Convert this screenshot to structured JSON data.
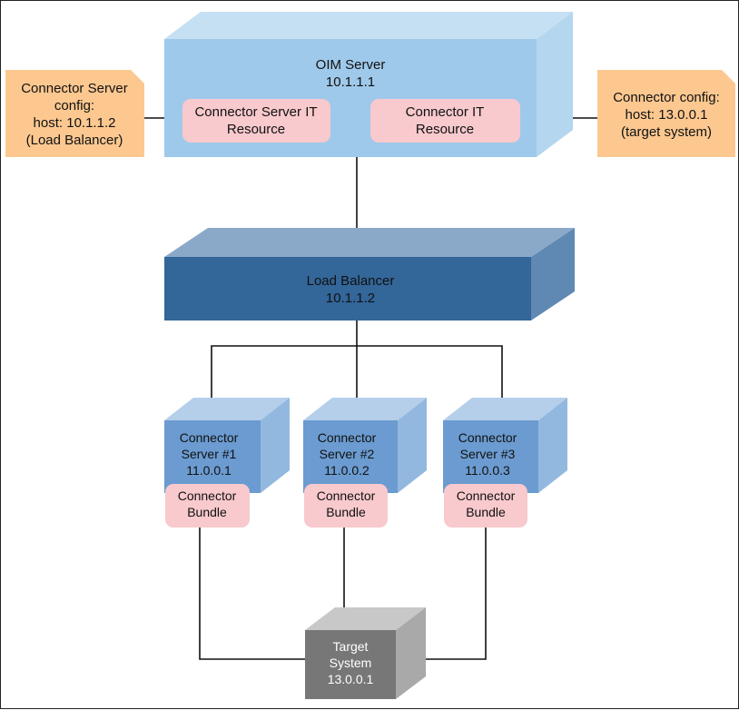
{
  "oim_server": {
    "title": "OIM Server",
    "ip": "10.1.1.1"
  },
  "connector_server_it_resource": {
    "line1": "Connector Server IT",
    "line2": "Resource"
  },
  "connector_it_resource": {
    "line1": "Connector IT",
    "line2": "Resource"
  },
  "left_note": {
    "line1": "Connector Server",
    "line2": "config:",
    "line3": "host: 10.1.1.2",
    "line4": "(Load Balancer)"
  },
  "right_note": {
    "line1": "Connector config:",
    "line2": "host: 13.0.0.1",
    "line3": "(target system)"
  },
  "load_balancer": {
    "title": "Load Balancer",
    "ip": "10.1.1.2"
  },
  "connector_servers": [
    {
      "line1": "Connector",
      "line2": "Server #1",
      "ip": "11.0.0.1"
    },
    {
      "line1": "Connector",
      "line2": "Server #2",
      "ip": "11.0.0.2"
    },
    {
      "line1": "Connector",
      "line2": "Server #3",
      "ip": "11.0.0.3"
    }
  ],
  "bundle": {
    "line1": "Connector",
    "line2": "Bundle"
  },
  "target_system": {
    "line1": "Target",
    "line2": "System",
    "ip": "13.0.0.1"
  },
  "colors": {
    "oim_front": "#9fc9ea",
    "oim_top": "#c6e0f3",
    "oim_side": "#b4d6ef",
    "lb_front": "#336699",
    "lb_top": "#8aa9c9",
    "lb_side": "#5f88b3",
    "cs_front": "#6b9bd0",
    "cs_top": "#b5cfea",
    "cs_side": "#93b8df",
    "pink": "#f8c9cd",
    "note": "#fcc890",
    "ts_front": "#777777",
    "ts_top": "#c8c8c8",
    "ts_side": "#a9a9a9"
  }
}
